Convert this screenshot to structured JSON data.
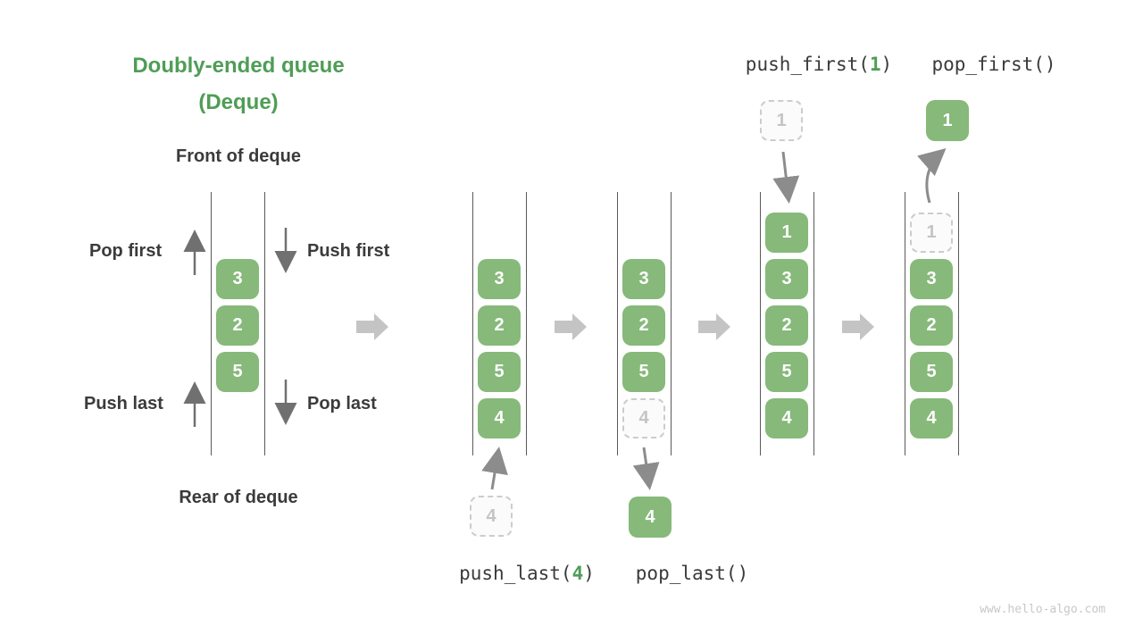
{
  "header": {
    "title_line1": "Doubly-ended queue",
    "title_line2": "(Deque)",
    "front_label": "Front of deque",
    "rear_label": "Rear of deque"
  },
  "operation_labels": {
    "pop_first": "Pop first",
    "push_first": "Push first",
    "push_last": "Push last",
    "pop_last": "Pop last"
  },
  "code_labels": {
    "push_first_prefix": "push_first(",
    "push_first_arg": "1",
    "push_first_suffix": ")",
    "pop_first": "pop_first()",
    "push_last_prefix": "push_last(",
    "push_last_arg": "4",
    "push_last_suffix": ")",
    "pop_last": "pop_last()"
  },
  "deque_states": [
    {
      "id": "overview",
      "cells": [
        {
          "value": "3",
          "row": 1,
          "type": "solid"
        },
        {
          "value": "2",
          "row": 2,
          "type": "solid"
        },
        {
          "value": "5",
          "row": 3,
          "type": "solid"
        }
      ]
    },
    {
      "id": "after-push-last",
      "cells": [
        {
          "value": "3",
          "row": 1,
          "type": "solid"
        },
        {
          "value": "2",
          "row": 2,
          "type": "solid"
        },
        {
          "value": "5",
          "row": 3,
          "type": "solid"
        },
        {
          "value": "4",
          "row": 4,
          "type": "solid"
        }
      ]
    },
    {
      "id": "after-pop-last",
      "cells": [
        {
          "value": "3",
          "row": 1,
          "type": "solid"
        },
        {
          "value": "2",
          "row": 2,
          "type": "solid"
        },
        {
          "value": "5",
          "row": 3,
          "type": "solid"
        },
        {
          "value": "4",
          "row": 4,
          "type": "dashed"
        }
      ]
    },
    {
      "id": "after-push-first",
      "cells": [
        {
          "value": "1",
          "row": 0,
          "type": "solid"
        },
        {
          "value": "3",
          "row": 1,
          "type": "solid"
        },
        {
          "value": "2",
          "row": 2,
          "type": "solid"
        },
        {
          "value": "5",
          "row": 3,
          "type": "solid"
        },
        {
          "value": "4",
          "row": 4,
          "type": "solid"
        }
      ]
    },
    {
      "id": "after-pop-first",
      "cells": [
        {
          "value": "1",
          "row": 0,
          "type": "dashed"
        },
        {
          "value": "3",
          "row": 1,
          "type": "solid"
        },
        {
          "value": "2",
          "row": 2,
          "type": "solid"
        },
        {
          "value": "5",
          "row": 3,
          "type": "solid"
        },
        {
          "value": "4",
          "row": 4,
          "type": "solid"
        }
      ]
    }
  ],
  "floating_cells": {
    "push_last_incoming": {
      "value": "4",
      "type": "dashed"
    },
    "pop_last_outgoing": {
      "value": "4",
      "type": "solid"
    },
    "push_first_incoming": {
      "value": "1",
      "type": "dashed"
    },
    "pop_first_outgoing": {
      "value": "1",
      "type": "solid"
    }
  },
  "watermark": "www.hello-algo.com",
  "colors": {
    "title_green": "#4f9d56",
    "cell_green": "#86b97a",
    "code_green": "#4f9d56",
    "text_dark": "#3b3b3b",
    "rail_gray": "#5a5a5a",
    "arrow_dark": "#707070",
    "arrow_mid": "#8c8c8c",
    "big_arrow_gray": "#c4c4c4",
    "dashed_border": "#cccccc",
    "dashed_text": "#c4c4c4",
    "watermark_gray": "#c8c8c8"
  }
}
